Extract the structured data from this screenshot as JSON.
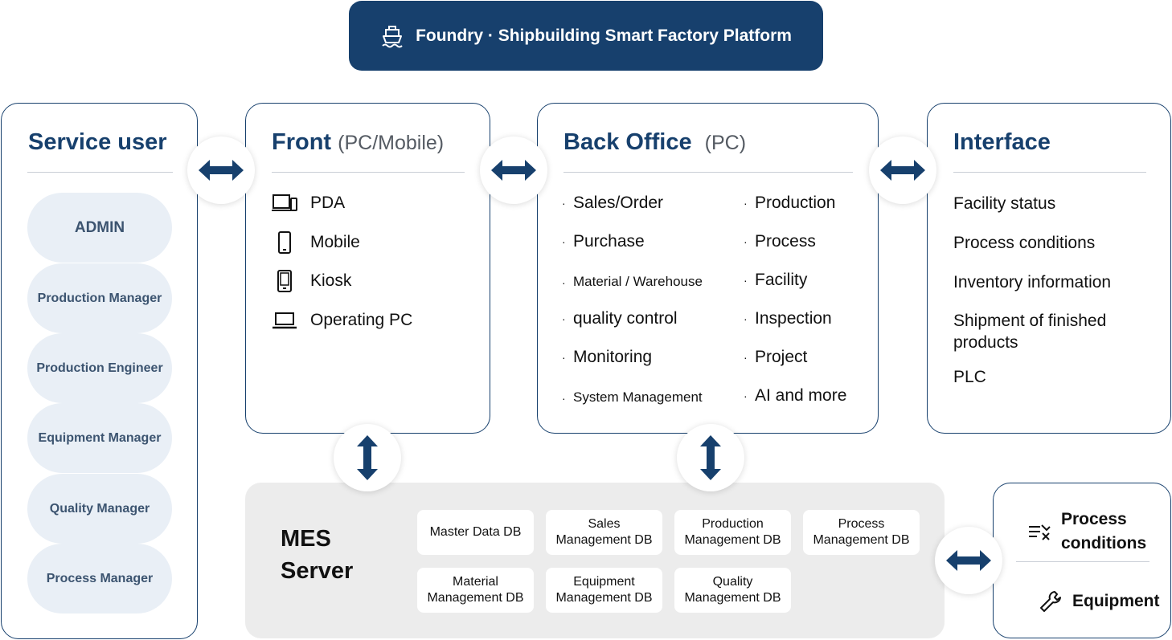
{
  "header": {
    "title": "Foundry · Shipbuilding Smart Factory Platform",
    "icon": "ship-icon"
  },
  "service_user": {
    "title": "Service user",
    "roles": [
      "ADMIN",
      "Production Manager",
      "Production Engineer",
      "Equipment Manager",
      "Quality Manager",
      "Process Manager"
    ]
  },
  "front": {
    "title": "Front",
    "subtitle": "(PC/Mobile)",
    "items": [
      {
        "label": "PDA",
        "icon": "pda-icon"
      },
      {
        "label": "Mobile",
        "icon": "mobile-icon"
      },
      {
        "label": "Kiosk",
        "icon": "kiosk-icon"
      },
      {
        "label": "Operating PC",
        "icon": "laptop-icon"
      }
    ]
  },
  "back_office": {
    "title": "Back Office",
    "subtitle": "(PC)",
    "left_items": [
      "Sales/Order",
      "Purchase",
      "Material / Warehouse",
      "quality control",
      "Monitoring",
      "System Management"
    ],
    "right_items": [
      "Production",
      "Process",
      "Facility",
      "Inspection",
      "Project",
      "AI and more"
    ]
  },
  "interface": {
    "title": "Interface",
    "items": [
      "Facility status",
      "Process conditions",
      "Inventory information",
      "Shipment of finished products",
      "PLC"
    ]
  },
  "mes": {
    "title_line1": "MES",
    "title_line2": "Server",
    "databases": [
      "Master Data DB",
      "Sales Management DB",
      "Production Management DB",
      "Process Management DB",
      "Material Management DB",
      "Equipment Management DB",
      "Quality Management DB"
    ]
  },
  "external": {
    "process_conditions_line1": "Process",
    "process_conditions_line2": "conditions",
    "equipment": "Equipment"
  },
  "colors": {
    "navy": "#17406d",
    "pill": "#e9eff6",
    "mes_bg": "#ececec"
  }
}
